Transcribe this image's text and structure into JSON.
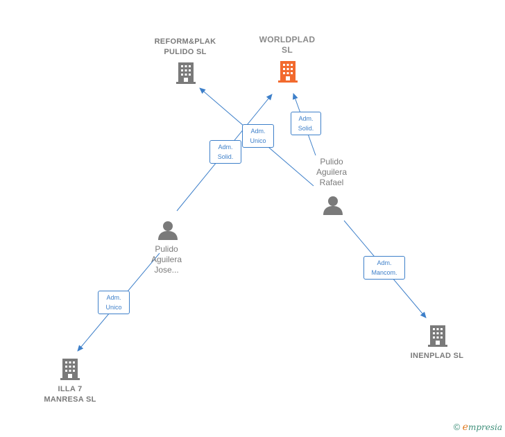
{
  "nodes": {
    "reformplak": {
      "line1": "REFORM&PLAK",
      "line2": "PULIDO  SL"
    },
    "worldplad": {
      "line1": "WORLDPLAD",
      "line2": "SL"
    },
    "rafael": {
      "line1": "Pulido",
      "line2": "Aguilera",
      "line3": "Rafael"
    },
    "jose": {
      "line1": "Pulido",
      "line2": "Aguilera",
      "line3": "Jose..."
    },
    "illa7": {
      "line1": "ILLA 7",
      "line2": "MANRESA SL"
    },
    "inenplad": {
      "line1": "INENPLAD  SL"
    }
  },
  "edges": {
    "rafael_reformplak": {
      "line1": "Adm.",
      "line2": "Unico"
    },
    "jose_worldplad": {
      "line1": "Adm.",
      "line2": "Solid."
    },
    "rafael_worldplad": {
      "line1": "Adm.",
      "line2": "Solid."
    },
    "jose_illa7": {
      "line1": "Adm.",
      "line2": "Unico"
    },
    "rafael_inenplad": {
      "line1": "Adm.",
      "line2": "Mancom."
    }
  },
  "colors": {
    "edge": "#3d7fc9",
    "building": "#7a7a7a",
    "building_highlight": "#f26a2e",
    "person": "#7a7a7a"
  },
  "icons": {
    "company": "building-icon",
    "person": "person-icon"
  },
  "brand": {
    "copyright": "©",
    "e": "e",
    "rest": "mpresia"
  }
}
